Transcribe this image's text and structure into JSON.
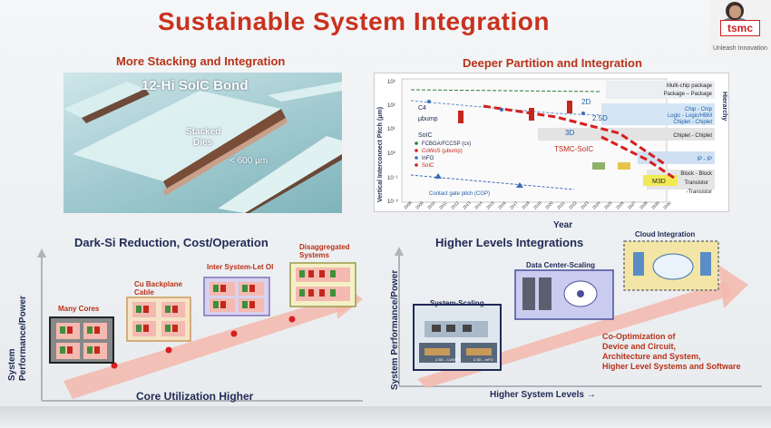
{
  "slide": {
    "title": "Sustainable System Integration",
    "top_left": {
      "title": "More Stacking and Integration",
      "photo_title": "12-Hi SoIC Bond",
      "stacked_label_1": "Stacked",
      "stacked_label_2": "Dies",
      "size_label": "< 600 μm"
    },
    "top_right": {
      "title": "Deeper Partition and Integration",
      "yaxis_label": "Vertical Interconnect Pitch (μm)",
      "xaxis_label": "Year",
      "y_ticks": [
        "10³",
        "10²",
        "10¹",
        "10⁰",
        "10⁻¹",
        "10⁻²"
      ],
      "x_ticks": [
        "2008",
        "2009",
        "2010",
        "2011",
        "2012",
        "2013",
        "2014",
        "2015",
        "2016",
        "2017",
        "2018",
        "2019",
        "2020",
        "2021",
        "2022",
        "2023",
        "2024",
        "2025",
        "2026",
        "2027",
        "2028",
        "2029",
        "2030"
      ],
      "hierarchy_label": "Hierarchy",
      "hierarchy": [
        "Multi-chip package",
        "Package – Package",
        "Chip - Chip",
        "Logic - Logic/HBM",
        "Chiplet - Chiplet",
        "Chiplet - Chiplet",
        "IP - IP",
        "Block - Block",
        "Transistor",
        "-Transistor"
      ],
      "labels": {
        "c4": "C4",
        "ubump": "μbump",
        "soic": "SoIC",
        "two_d": "2D",
        "two_five_d": "2.5D",
        "three_d": "3D",
        "tsmc_soic": "TSMC-SoIC",
        "m3d": "M3D",
        "cgp": "Contact gate pitch (CGP)"
      },
      "legend": [
        "FCBGA/FCCSP (cx)",
        "CoWoS (μbump)",
        "InFO",
        "SoIC"
      ]
    },
    "bottom_left": {
      "title": "Dark-Si Reduction, Cost/Operation",
      "yaxis_1": "System",
      "yaxis_2": "Performance/Power",
      "xaxis": "Core Utilization Higher",
      "stages": [
        "Many Cores",
        "Cu Backplane Cable",
        "Inter System-Let OI",
        "Disaggregated Systems"
      ]
    },
    "bottom_right": {
      "title": "Higher Levels Integrations",
      "yaxis": "System Performance/Power",
      "xaxis": "Higher System Levels →",
      "stages": [
        "System-Scaling",
        "Data Center-Scaling",
        "Cloud Integration"
      ],
      "co_opt": [
        "Co-Optimization of",
        "Device and Circuit,",
        "Architecture and System,",
        "Higher Level Systems and Software"
      ],
      "mini_labels": [
        "2.5D – CoWoS",
        "2.5D – InFO"
      ]
    },
    "webcam": {
      "logo": "tsmc",
      "tagline": "Unleash Innovation"
    }
  },
  "colors": {
    "title_red": "#c8321e",
    "navy": "#1f2a55",
    "arrow_pink": "#f3b7ab",
    "accent_red": "#d61f1f",
    "chiplet_green": "#3f8f3a",
    "chiplet_red": "#c4271b"
  }
}
